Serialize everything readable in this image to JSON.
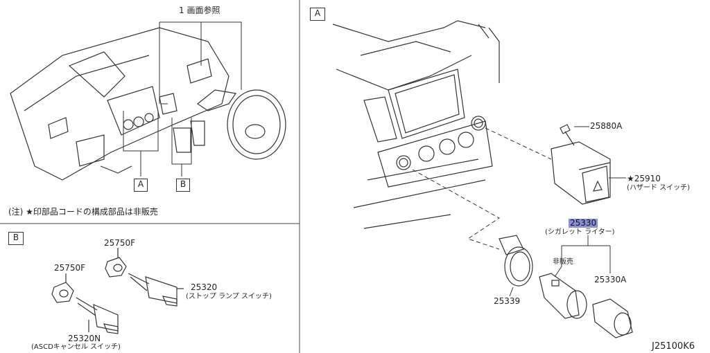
{
  "colors": {
    "highlight": "#8a8fd6",
    "line": "#333333"
  },
  "panel_top_left": {
    "ref_label": "1 画面参照",
    "callout_a": "A",
    "callout_b": "B",
    "note": "(注) ★印部品コードの構成部品は非販売"
  },
  "panel_b": {
    "tag": "B",
    "parts": [
      {
        "code": "25750F"
      },
      {
        "code": "25750F"
      },
      {
        "code": "25320",
        "name": "(ストップ ランプ スイッチ)"
      },
      {
        "code": "25320N",
        "name": "(ASCDキャンセル スイッチ)"
      }
    ]
  },
  "panel_a": {
    "tag": "A",
    "parts": [
      {
        "code": "25880A"
      },
      {
        "code": "★25910",
        "name": "(ハザード スイッチ)"
      },
      {
        "code": "25330",
        "name": "(シガレット ライター)"
      },
      {
        "code": "非販売"
      },
      {
        "code": "25330A"
      },
      {
        "code": "25339"
      }
    ]
  },
  "footer_code": "J25100K6"
}
